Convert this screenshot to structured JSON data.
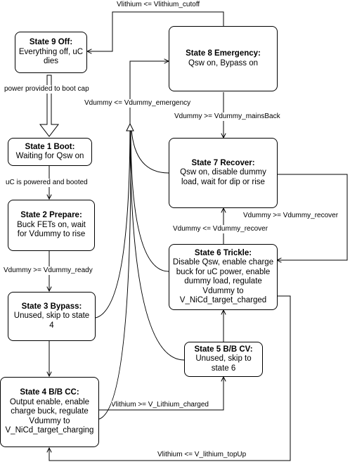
{
  "states": [
    {
      "id": "s9",
      "title": "State 9 Off:",
      "desc": "Everything off, uC dies"
    },
    {
      "id": "s8",
      "title": "State 8 Emergency:",
      "desc": "Qsw on, Bypass on"
    },
    {
      "id": "s1",
      "title": "State 1 Boot:",
      "desc": "Waiting for Qsw on"
    },
    {
      "id": "s7",
      "title": "State 7 Recover:",
      "desc": "Qsw on, disable dummy load, wait for dip or rise"
    },
    {
      "id": "s2",
      "title": "State 2 Prepare:",
      "desc": "Buck FETs on, wait for Vdummy to rise"
    },
    {
      "id": "s6",
      "title": "State 6 Trickle:",
      "desc": "Disable Qsw, enable charge buck for uC power, enable dummy load, regulate Vdummy to V_NiCd_target_charged"
    },
    {
      "id": "s3",
      "title": "State 3 Bypass:",
      "desc": "Unused, skip to state 4"
    },
    {
      "id": "s5",
      "title": "State 5 B/B CV:",
      "desc": "Unused, skip to state 6"
    },
    {
      "id": "s4",
      "title": "State 4 B/B CC:",
      "desc": "Output enable, enable charge buck, regulate Vdummy to V_NiCd_target_charging"
    }
  ],
  "transitions": [
    {
      "id": "t_lithium_cutoff",
      "label": "Vlithium <= Vlithium_cutoff"
    },
    {
      "id": "t_boot_cap",
      "label": "power provided to boot cap"
    },
    {
      "id": "t_emergency",
      "label": "Vdummy <= Vdummy_emergency"
    },
    {
      "id": "t_mainsback",
      "label": "Vdummy >= Vdummy_mainsBack"
    },
    {
      "id": "t_powered",
      "label": "uC is powered and booted"
    },
    {
      "id": "t_recover_up",
      "label": "Vdummy >= Vdummy_recover"
    },
    {
      "id": "t_recover_down",
      "label": "Vdummy <= Vdummy_recover"
    },
    {
      "id": "t_ready",
      "label": "Vdummy >= Vdummy_ready"
    },
    {
      "id": "t_charged",
      "label": "Vlithium >= V_Lithium_charged"
    },
    {
      "id": "t_topup",
      "label": "Vlithium <= V_lithium_topUp"
    }
  ]
}
